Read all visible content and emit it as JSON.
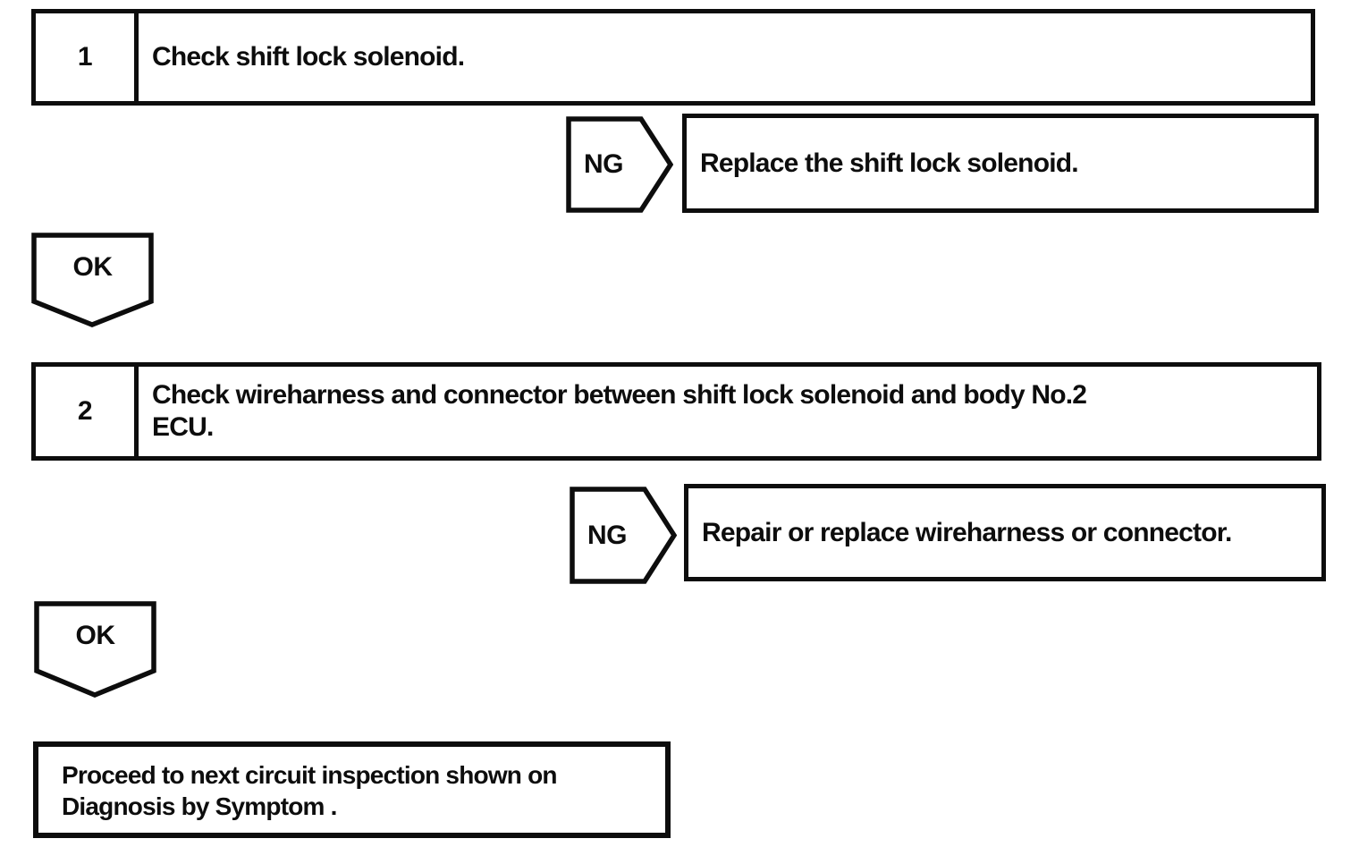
{
  "colors": {
    "ink": "#0d0d0d",
    "paper": "#ffffff"
  },
  "flowchart": {
    "steps": [
      {
        "number": "1",
        "instruction_lines": [
          "Check shift lock solenoid."
        ],
        "ng": {
          "label": "NG",
          "action": "Replace the shift lock solenoid."
        },
        "ok": {
          "label": "OK"
        }
      },
      {
        "number": "2",
        "instruction_lines": [
          "Check wireharness and connector between shift lock solenoid and body No.2",
          "ECU."
        ],
        "ng": {
          "label": "NG",
          "action": "Repair or replace wireharness or connector."
        },
        "ok": {
          "label": "OK"
        }
      }
    ],
    "final_lines": [
      "Proceed to next circuit inspection shown on",
      "Diagnosis by Symptom ."
    ]
  }
}
